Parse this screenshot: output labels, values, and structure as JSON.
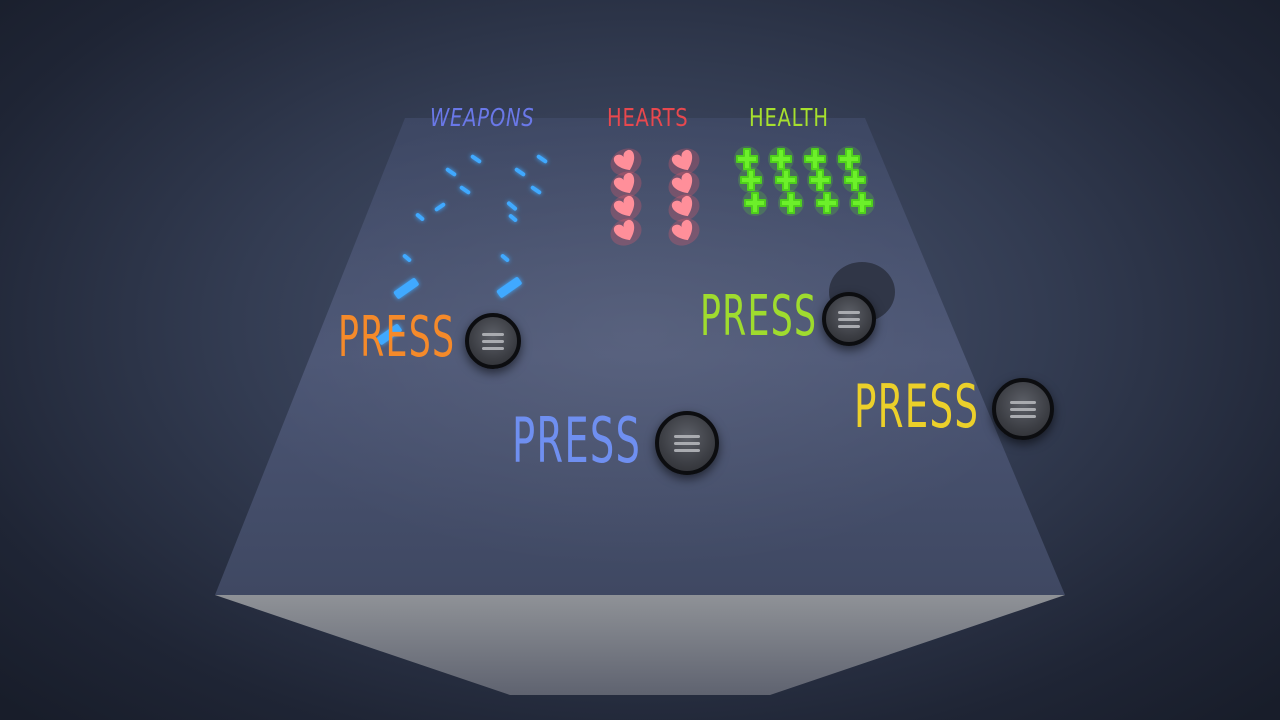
{
  "header": {
    "weapons_title": "WEAPONS",
    "hearts_title": "HEARTS",
    "health_title": "HEALTH"
  },
  "buttons": {
    "orange_label": "PRESS",
    "green_label": "PRESS",
    "blue_label": "PRESS",
    "yellow_label": "PRESS"
  },
  "icons": {
    "button": "menu-icon",
    "weapon": "weapon-icon",
    "heart": "heart-icon",
    "health": "health-cross-icon"
  },
  "colors": {
    "weapons": "#6a78e8",
    "hearts": "#e8484e",
    "health": "#a6e02e",
    "press_orange": "#f58a2a",
    "press_green": "#9fdc2e",
    "press_blue": "#6f8ff0",
    "press_yellow": "#ecd02a",
    "weapon_glow": "#3fa9ff",
    "heart_glow": "#ff8f9a",
    "health_glow": "#6cf02a"
  }
}
